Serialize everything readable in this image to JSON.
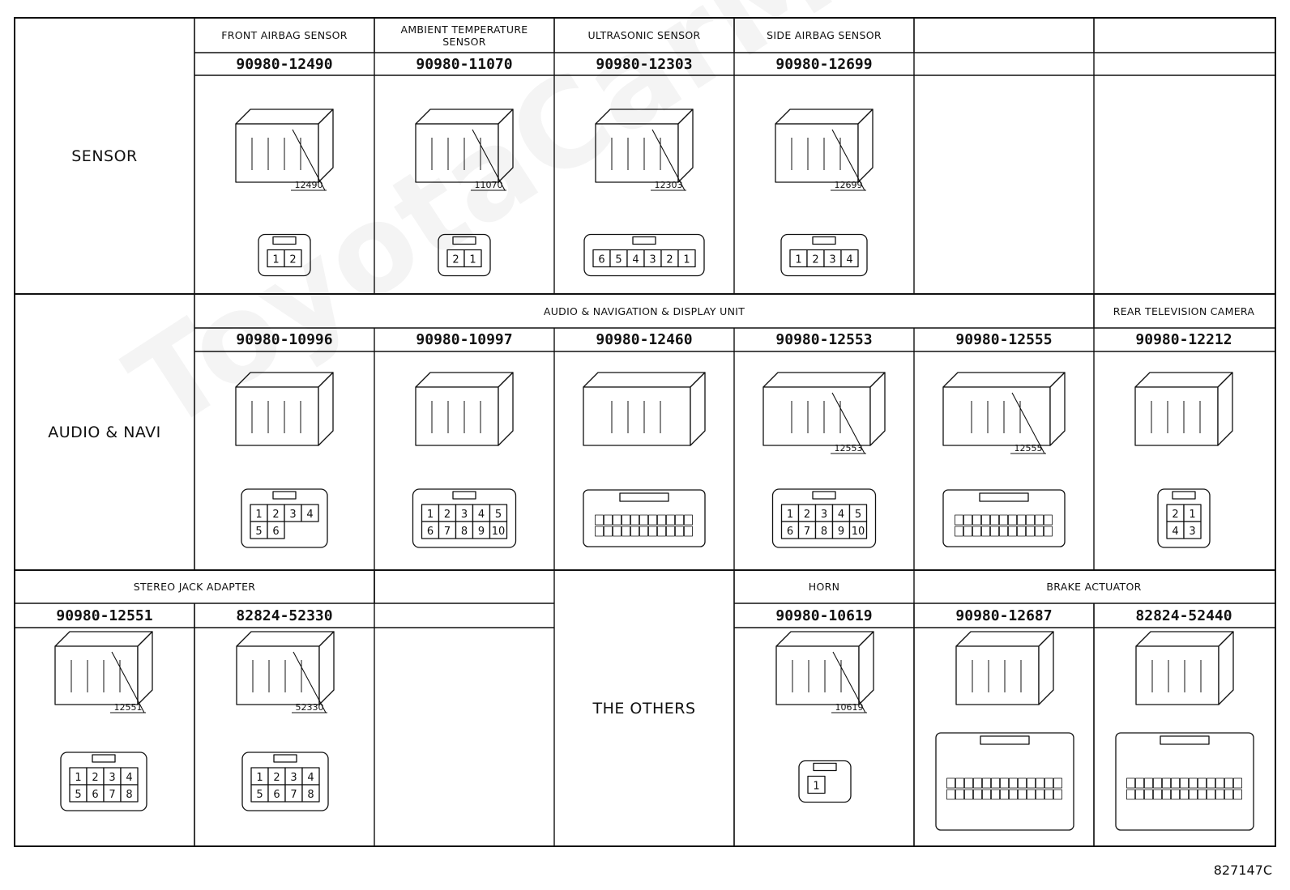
{
  "watermark": "ToyotaCarMine.ru",
  "figure_ref": "827147C",
  "sections": [
    {
      "category": "SENSOR",
      "groups": [
        {
          "title": "FRONT AIRBAG SENSOR",
          "span": 1
        },
        {
          "title": "AMBIENT TEMPERATURE SENSOR",
          "span": 1
        },
        {
          "title": "ULTRASONIC SENSOR",
          "span": 1
        },
        {
          "title": "SIDE AIRBAG SENSOR",
          "span": 1
        },
        {
          "title": "",
          "span": 1
        },
        {
          "title": "",
          "span": 1
        }
      ],
      "parts": [
        {
          "part_number": "90980-12490",
          "callout": "12490",
          "pins": [
            "1",
            "2"
          ]
        },
        {
          "part_number": "90980-11070",
          "callout": "11070",
          "pins": [
            "2",
            "1"
          ]
        },
        {
          "part_number": "90980-12303",
          "callout": "12303",
          "pins": [
            "6",
            "5",
            "4",
            "3",
            "2",
            "1"
          ]
        },
        {
          "part_number": "90980-12699",
          "callout": "12699",
          "pins": [
            "1",
            "2",
            "3",
            "4"
          ]
        },
        {
          "part_number": "",
          "callout": "",
          "pins": []
        },
        {
          "part_number": "",
          "callout": "",
          "pins": []
        }
      ]
    },
    {
      "category": "AUDIO & NAVI",
      "groups": [
        {
          "title": "AUDIO & NAVIGATION & DISPLAY UNIT",
          "span": 5
        },
        {
          "title": "REAR TELEVISION CAMERA",
          "span": 1
        }
      ],
      "parts": [
        {
          "part_number": "90980-10996",
          "callout": "",
          "pins": [
            "1",
            "2",
            "3",
            "4",
            "5",
            "6"
          ]
        },
        {
          "part_number": "90980-10997",
          "callout": "",
          "pins": [
            "1",
            "2",
            "3",
            "4",
            "5",
            "6",
            "7",
            "8",
            "9",
            "10"
          ]
        },
        {
          "part_number": "90980-12460",
          "callout": "",
          "pins": []
        },
        {
          "part_number": "90980-12553",
          "callout": "12553",
          "pins": [
            "1",
            "2",
            "3",
            "4",
            "5",
            "6",
            "7",
            "8",
            "9",
            "10"
          ]
        },
        {
          "part_number": "90980-12555",
          "callout": "12555",
          "pins": []
        },
        {
          "part_number": "90980-12212",
          "callout": "",
          "pins": [
            "2",
            "1",
            "4",
            "3"
          ]
        }
      ]
    },
    {
      "category": "THE OTHERS",
      "groups": [
        {
          "title": "STEREO JACK ADAPTER",
          "span": 2
        },
        {
          "title": "",
          "span": 1
        },
        {
          "title": "HORN",
          "span": 1
        },
        {
          "title": "BRAKE ACTUATOR",
          "span": 2
        }
      ],
      "parts": [
        {
          "part_number": "90980-12551",
          "callout": "12551",
          "pins": [
            "1",
            "2",
            "3",
            "4",
            "5",
            "6",
            "7",
            "8"
          ]
        },
        {
          "part_number": "82824-52330",
          "callout": "52330",
          "pins": [
            "1",
            "2",
            "3",
            "4",
            "5",
            "6",
            "7",
            "8"
          ]
        },
        {
          "part_number": "",
          "callout": "",
          "pins": []
        },
        {
          "part_number": "90980-10619",
          "callout": "10619",
          "pins": [
            "1"
          ]
        },
        {
          "part_number": "90980-12687",
          "callout": "",
          "pins": []
        },
        {
          "part_number": "82824-52440",
          "callout": "",
          "pins": []
        }
      ]
    }
  ]
}
